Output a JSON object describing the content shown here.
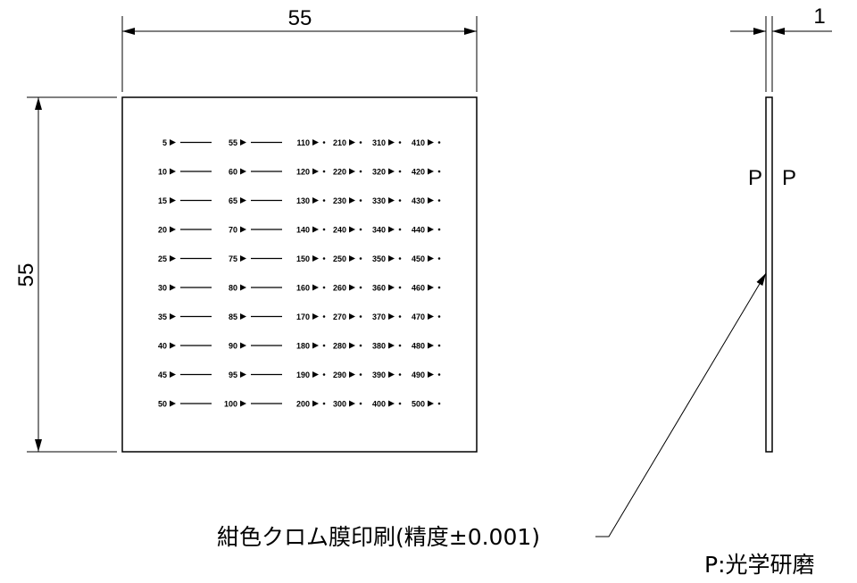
{
  "dimensions": {
    "width": "55",
    "height": "55",
    "thickness": "1"
  },
  "side_view": {
    "left_face": "P",
    "right_face": "P"
  },
  "labels": {
    "print_note": "紺色クロム膜印刷(精度±0.001)",
    "legend": "P:光学研磨"
  },
  "scale": {
    "columns": [
      {
        "values": [
          "5",
          "10",
          "15",
          "20",
          "25",
          "30",
          "35",
          "40",
          "45",
          "50"
        ],
        "mark": "line"
      },
      {
        "values": [
          "55",
          "60",
          "65",
          "70",
          "75",
          "80",
          "85",
          "90",
          "95",
          "100"
        ],
        "mark": "line"
      },
      {
        "values": [
          "110",
          "120",
          "130",
          "140",
          "150",
          "160",
          "170",
          "180",
          "190",
          "200"
        ],
        "mark": "dot"
      },
      {
        "values": [
          "210",
          "220",
          "230",
          "240",
          "250",
          "260",
          "270",
          "280",
          "290",
          "300"
        ],
        "mark": "dot"
      },
      {
        "values": [
          "310",
          "320",
          "330",
          "340",
          "350",
          "360",
          "370",
          "380",
          "390",
          "400"
        ],
        "mark": "dot"
      },
      {
        "values": [
          "410",
          "420",
          "430",
          "440",
          "450",
          "460",
          "470",
          "480",
          "490",
          "500"
        ],
        "mark": "dot"
      }
    ]
  }
}
